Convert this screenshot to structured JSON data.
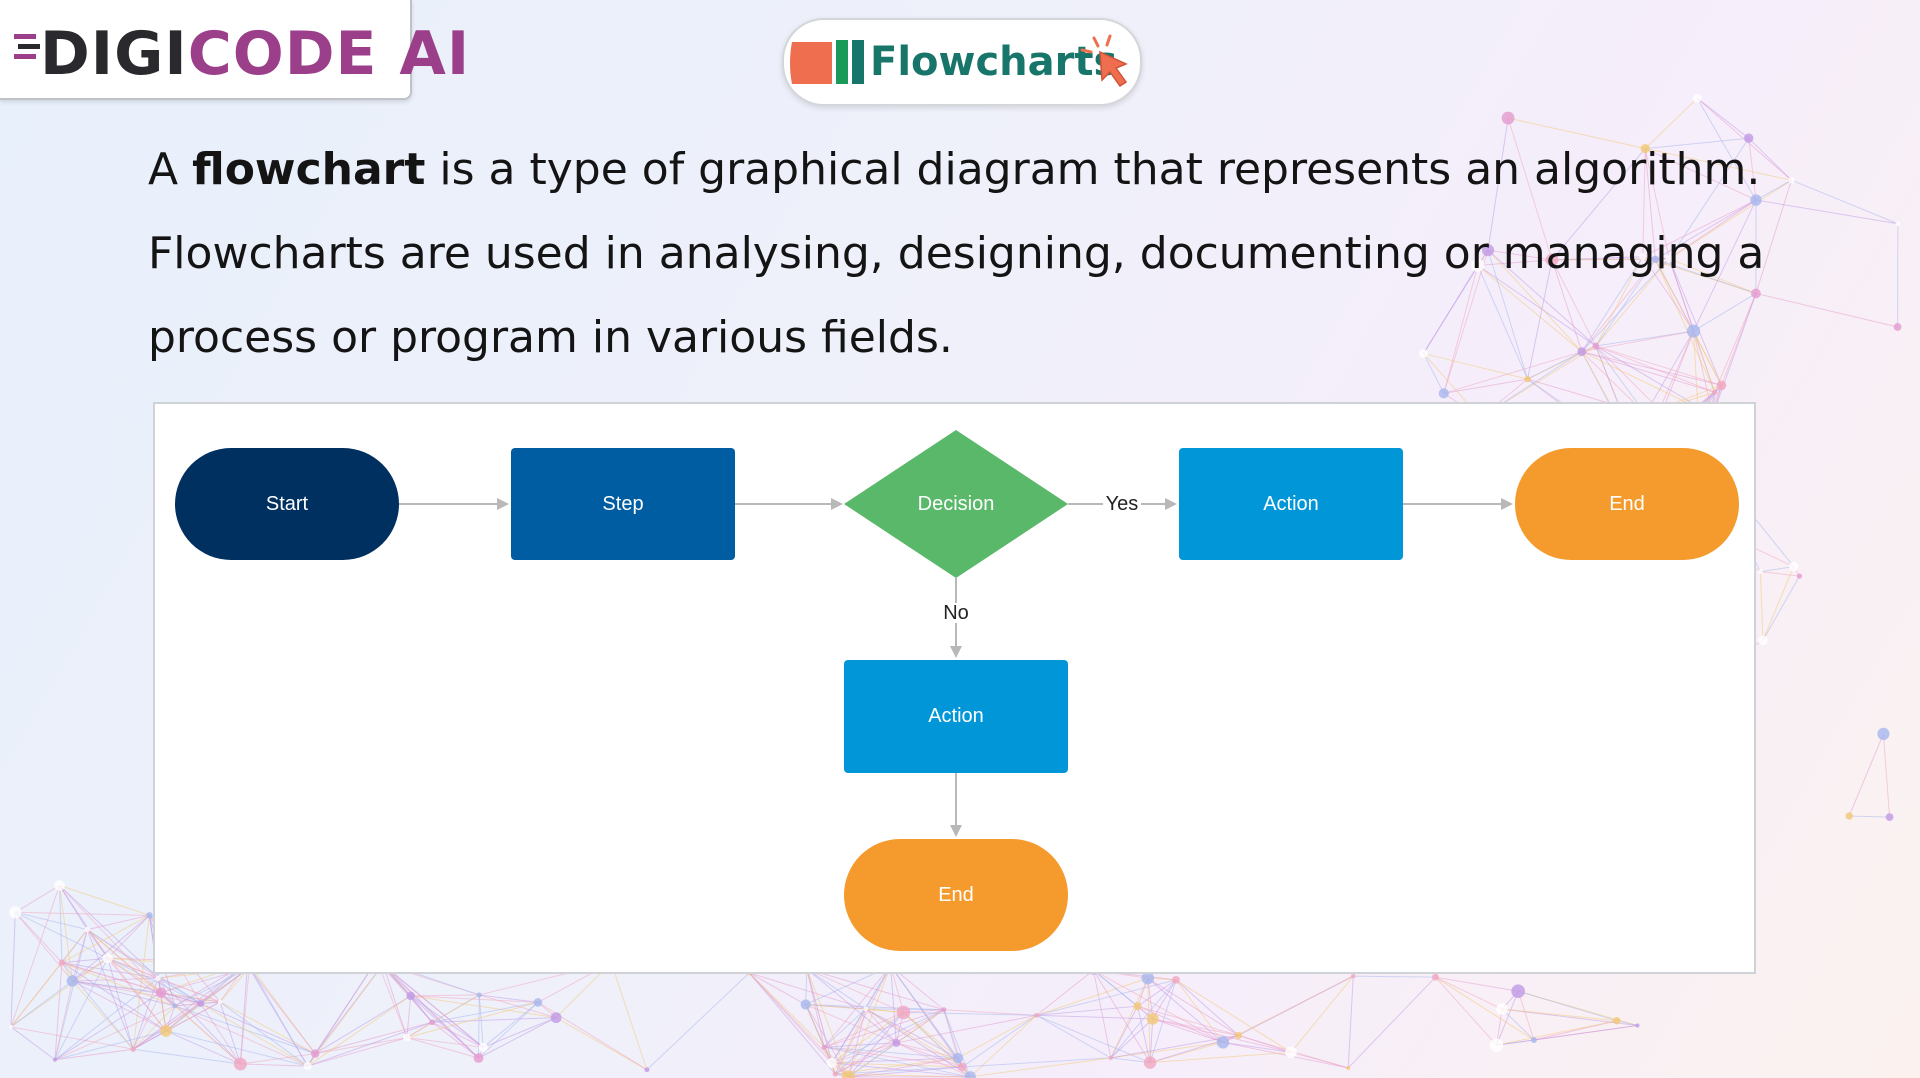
{
  "brand": {
    "part1": "DIGI",
    "part2": "CODE AI"
  },
  "badge": {
    "label": "Flowcharts"
  },
  "intro": {
    "prefix": "A ",
    "term": "flowchart",
    "rest": " is a type of graphical diagram that represents an algorithm. Flowcharts are used in analysing, designing, documenting or managing a process or program in various fields."
  },
  "flowchart": {
    "nodes": {
      "start": "Start",
      "step": "Step",
      "decision": "Decision",
      "action_yes": "Action",
      "end_yes": "End",
      "action_no": "Action",
      "end_no": "End"
    },
    "edges": {
      "yes": "Yes",
      "no": "No"
    },
    "colors": {
      "start": "#00305f",
      "step": "#005da2",
      "decision": "#5ab86a",
      "action": "#0096d8",
      "end": "#f59a2c",
      "edge": "#b8b8b8"
    }
  }
}
